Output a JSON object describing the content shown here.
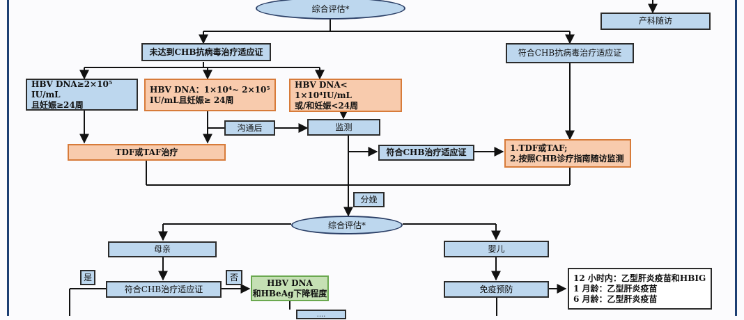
{
  "nodes": {
    "top_eval": "综合评估*",
    "obstetric_followup": "产科随访",
    "not_indicated": "未达到CHB抗病毒治疗适应证",
    "indicated": "符合CHB抗病毒治疗适应证",
    "hbv_high": [
      "HBV DNA≥2×10⁵ IU/mL",
      "且妊娠≥24周"
    ],
    "hbv_mid": [
      "HBV DNA：1×10⁴~ 2×10⁵",
      "IU/mL且妊娠≥ 24周"
    ],
    "hbv_low": [
      "HBV DNA< 1×10⁴IU/mL",
      "或/和妊娠<24周"
    ],
    "communicate": "沟通后",
    "monitor": "监测",
    "tdf_taf": "TDF或TAF治疗",
    "meets_chb": "符合CHB治疗适应证",
    "treatment_plan": [
      "1.TDF或TAF;",
      "2.按照CHB诊疗指南随访监测"
    ],
    "delivery": "分娩",
    "bottom_eval": "综合评估*",
    "mother": "母亲",
    "infant": "婴儿",
    "yes": "是",
    "no": "否",
    "mother_chb": "符合CHB治疗适应证",
    "hbv_decline": [
      "HBV DNA",
      "和HBeAg下降程度"
    ],
    "immunization": "免疫预防",
    "vaccine_schedule": [
      "12 小时内：乙型肝炎疫苗和HBIG",
      "1 月龄：乙型肝炎疫苗",
      "6 月龄：乙型肝炎疫苗"
    ],
    "cut_off_label": "...."
  },
  "colors": {
    "blue_fill": "#bdd7ee",
    "orange_fill": "#f8cbad",
    "green_fill": "#c5e0b4",
    "frame": "#1c3f73"
  }
}
